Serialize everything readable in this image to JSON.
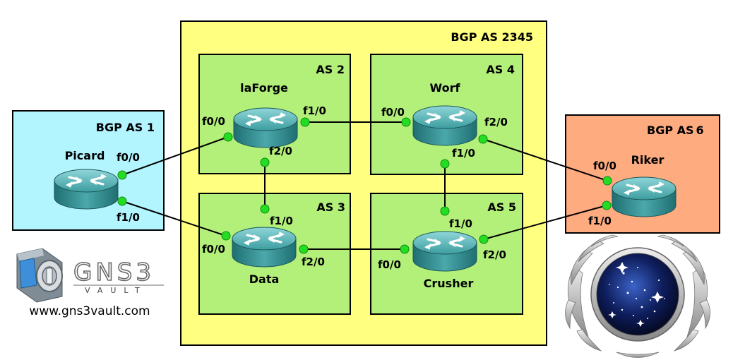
{
  "zones": {
    "as2345": "BGP AS 2345",
    "as1": "BGP AS 1",
    "as6": "BGP AS",
    "as6_num": "6",
    "as2": "AS 2",
    "as3": "AS 3",
    "as4": "AS 4",
    "as5": "AS 5"
  },
  "routers": {
    "picard": "Picard",
    "laforge": "laForge",
    "worf": "Worf",
    "data": "Data",
    "crusher": "Crusher",
    "riker": "Riker"
  },
  "interfaces": {
    "picard_f00": "f0/0",
    "picard_f10": "f1/0",
    "laforge_f00": "f0/0",
    "laforge_f10": "f1/0",
    "laforge_f20": "f2/0",
    "worf_f00": "f0/0",
    "worf_f20": "f2/0",
    "worf_f10": "f1/0",
    "data_f10": "f1/0",
    "data_f00": "f0/0",
    "data_f20": "f2/0",
    "crusher_f10": "f1/0",
    "crusher_f00": "f0/0",
    "crusher_f20": "f2/0",
    "riker_f00": "f0/0",
    "riker_f10": "f1/0"
  },
  "branding": {
    "logo_text": "GNS3",
    "logo_sub": "VAULT",
    "url": "www.gns3vault.com"
  },
  "colors": {
    "as2345_fill": "#ffff80",
    "as_inner_fill": "#b3f07a",
    "as1_fill": "#b3f5ff",
    "as6_fill": "#ffab80",
    "router_body": "#3a9a9d",
    "link_dot": "#22dd22"
  }
}
